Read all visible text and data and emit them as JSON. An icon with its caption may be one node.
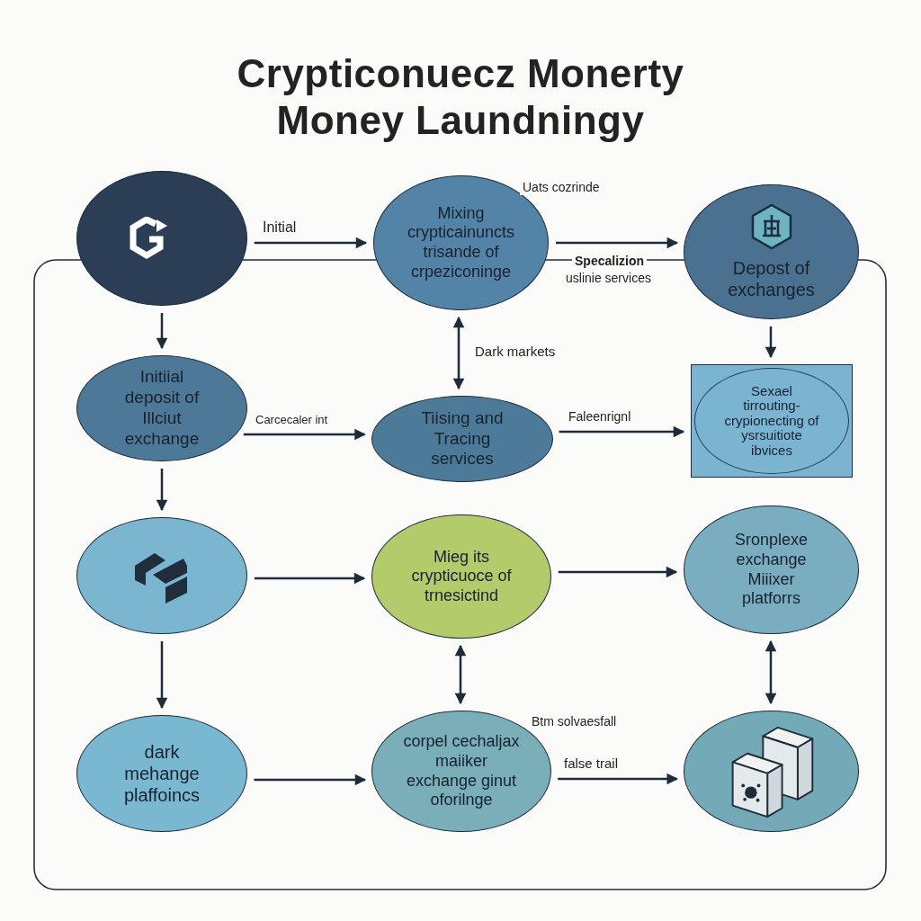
{
  "diagram": {
    "title": "Crypticonuecz Monerty Money Laundningy",
    "nodes": [
      {
        "text": [],
        "shape": "ellipse"
      },
      {
        "text": [
          "Mixing crypticainuncts trisande of crpeziconinge"
        ]
      },
      {
        "text": [
          "Depost of exchanges"
        ]
      },
      {
        "text": [
          "Initiial deposit of Illciut exchange"
        ]
      },
      {
        "text": [
          "Tiising and Tracing services"
        ]
      },
      {
        "text": [
          "Sexael tirrouting- crypionecting of ysrsuitiote ibvices"
        ]
      },
      {
        "text": [],
        "shape": "ellipse"
      },
      {
        "text": [
          "Mieg its crypticuoce of trnesictind"
        ]
      },
      {
        "text": [
          "Sronplexe exchange Miiixer platforrs"
        ]
      },
      {
        "text": [
          "dark mehange plaffoincs"
        ]
      },
      {
        "text": [
          "corpel cechaljax maiiker exchange ginut oforilnge"
        ]
      },
      {
        "text": [],
        "shape": "ellipse"
      }
    ],
    "edges": [
      {
        "from": 0,
        "to": 1,
        "arrow": "to",
        "label": "Initial"
      },
      {
        "from": 1,
        "to": 2,
        "arrow": "to"
      },
      {
        "from": 0,
        "to": 3,
        "arrow": "to"
      },
      {
        "from": 1,
        "to": 4,
        "arrow": "both",
        "label": "Dark markets"
      },
      {
        "from": 2,
        "to": 5,
        "arrow": "to"
      },
      {
        "from": 3,
        "to": 4,
        "arrow": "to",
        "label": "Carcecaler int"
      },
      {
        "from": 4,
        "to": 5,
        "arrow": "to",
        "label": "Faleenrignl"
      },
      {
        "from": 3,
        "to": 6,
        "arrow": "to"
      },
      {
        "from": 6,
        "to": 7,
        "arrow": "to"
      },
      {
        "from": 7,
        "to": 8,
        "arrow": "to"
      },
      {
        "from": 6,
        "to": 9,
        "arrow": "to"
      },
      {
        "from": 7,
        "to": 10,
        "arrow": "both"
      },
      {
        "from": 8,
        "to": 11,
        "arrow": "both"
      },
      {
        "from": 9,
        "to": 10,
        "arrow": "to"
      },
      {
        "from": 10,
        "to": 11,
        "arrow": "to",
        "label": "false trail"
      }
    ],
    "labels": [
      "Uats cozrinde",
      "Specalizion",
      "uslinie services",
      "Btm solvaesfall"
    ]
  }
}
